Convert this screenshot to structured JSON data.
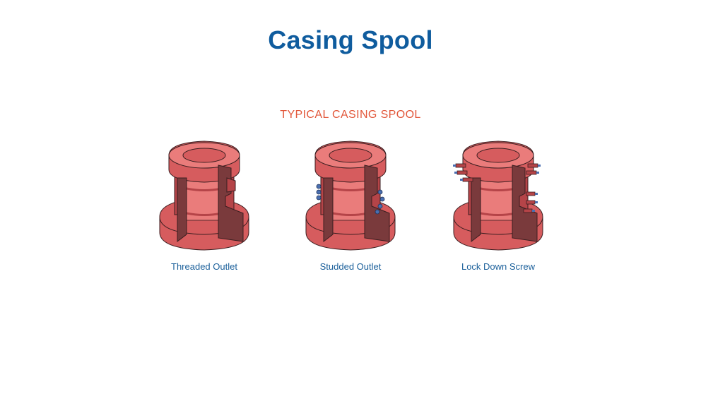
{
  "title": "Casing Spool",
  "subtitle": "TYPICAL CASING SPOOL",
  "colors": {
    "title": "#0f5c9e",
    "subtitle": "#e2573a",
    "caption": "#1a5f9a",
    "body_light": "#ea7c7b",
    "body_mid": "#d65c5e",
    "body_dark": "#b54448",
    "cut_face": "#7a3a3c",
    "outline": "#3a1e20",
    "stud_blue": "#4a6fb0"
  },
  "figures": [
    {
      "caption": "Threaded Outlet",
      "outlet": "threaded"
    },
    {
      "caption": "Studded Outlet",
      "outlet": "studded"
    },
    {
      "caption": "Lock Down Screw",
      "outlet": "lockdown"
    }
  ]
}
